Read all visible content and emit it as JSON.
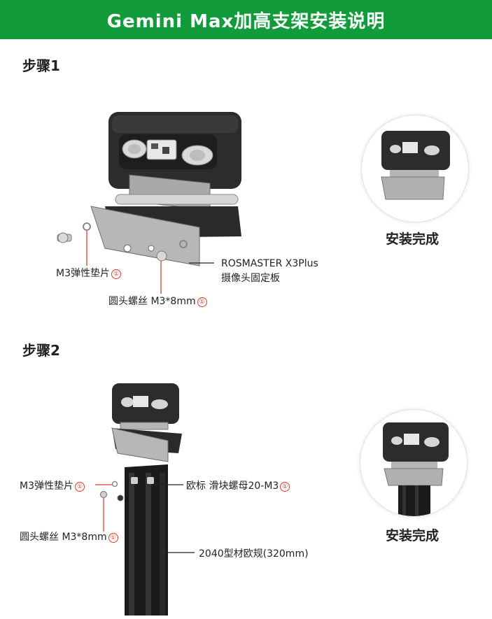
{
  "header": {
    "title": "Gemini Max加高支架安装说明"
  },
  "step1": {
    "title": "步骤1",
    "washer_label": "M3弹性垫片",
    "screw_label": "圆头螺丝 M3*8mm",
    "plate_label_line1": "ROSMASTER X3Plus",
    "plate_label_line2": "摄像头固定板",
    "done_label": "安装完成",
    "qty_marker": "①"
  },
  "step2": {
    "title": "步骤2",
    "washer_label": "M3弹性垫片",
    "screw_label": "圆头螺丝 M3*8mm",
    "nut_label": "欧标 滑块螺母20-M3",
    "profile_label": "2040型材欧规(320mm)",
    "done_label": "安装完成",
    "qty_marker": "①"
  }
}
